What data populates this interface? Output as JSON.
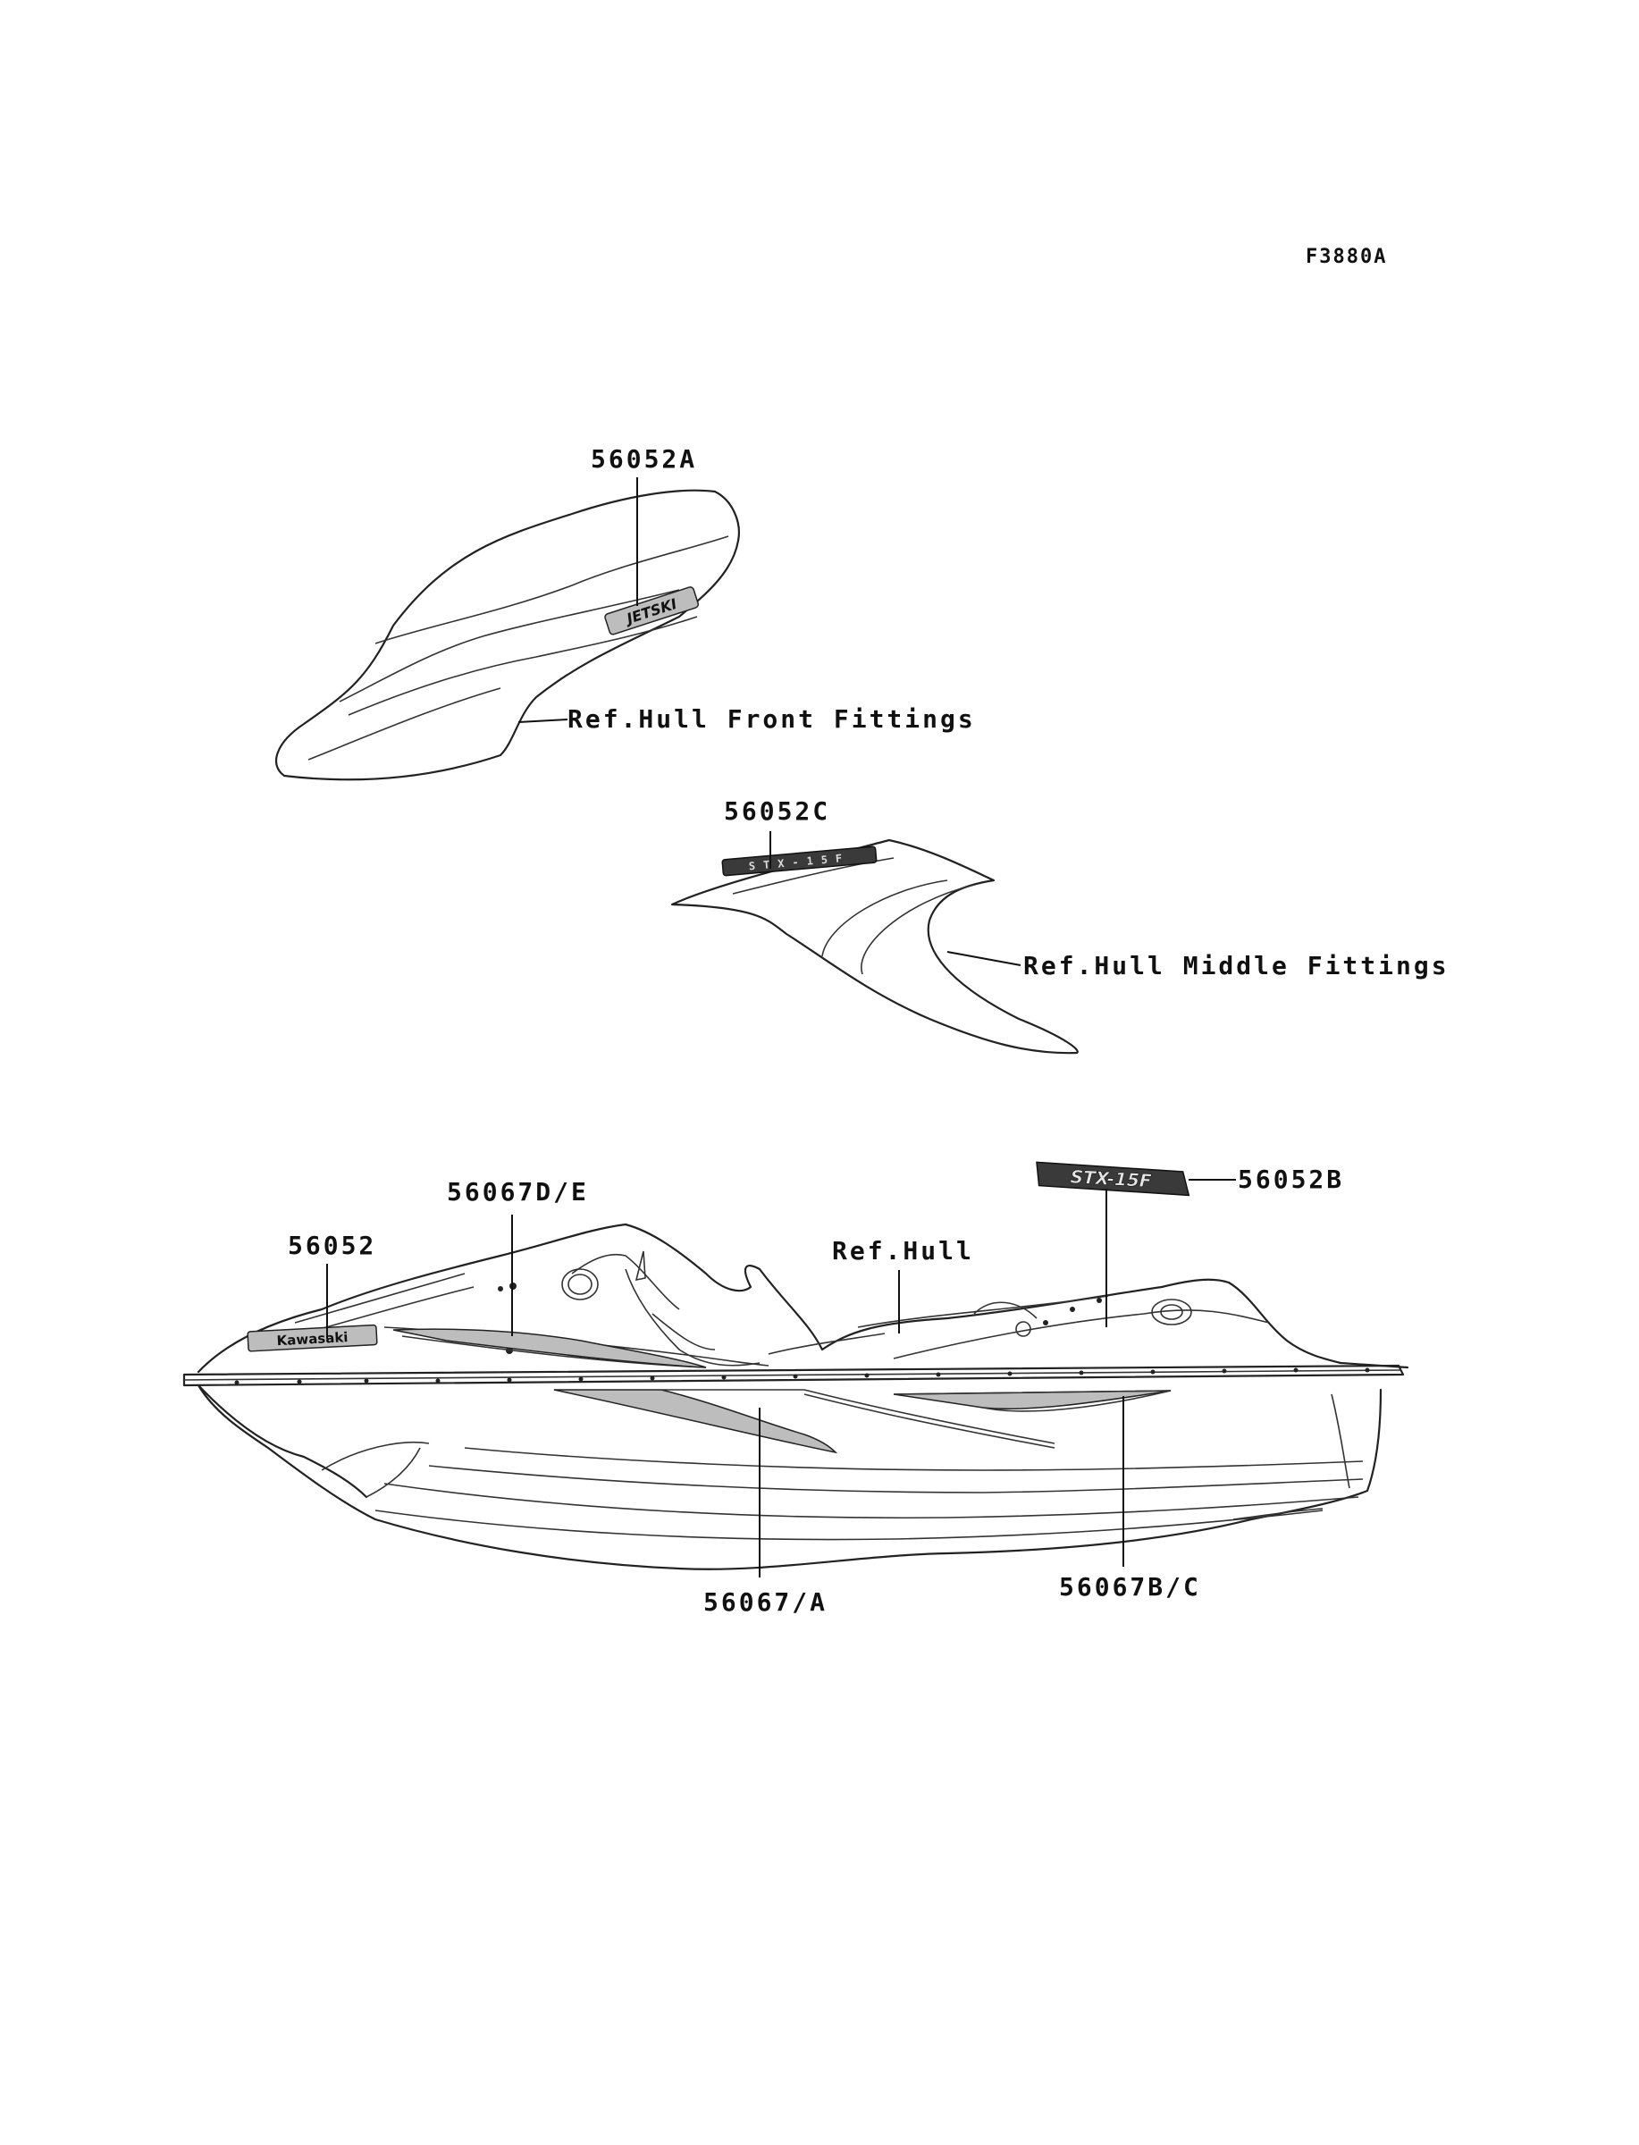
{
  "figure_code": "F3880A",
  "callouts": {
    "p56052A": "56052A",
    "ref_front": "Ref.Hull Front Fittings",
    "p56052C": "56052C",
    "ref_middle": "Ref.Hull Middle Fittings",
    "p56067DE": "56067D/E",
    "p56052": "56052",
    "ref_hull": "Ref.Hull",
    "p56052B": "56052B",
    "p56067A": "56067/A",
    "p56067BC": "56067B/C"
  },
  "decal_texts": {
    "jetski": "JETSKI",
    "stx15f_small": "STX-15F",
    "kawasaki": "Kawasaki",
    "stx15f_large": "STX-15F"
  }
}
